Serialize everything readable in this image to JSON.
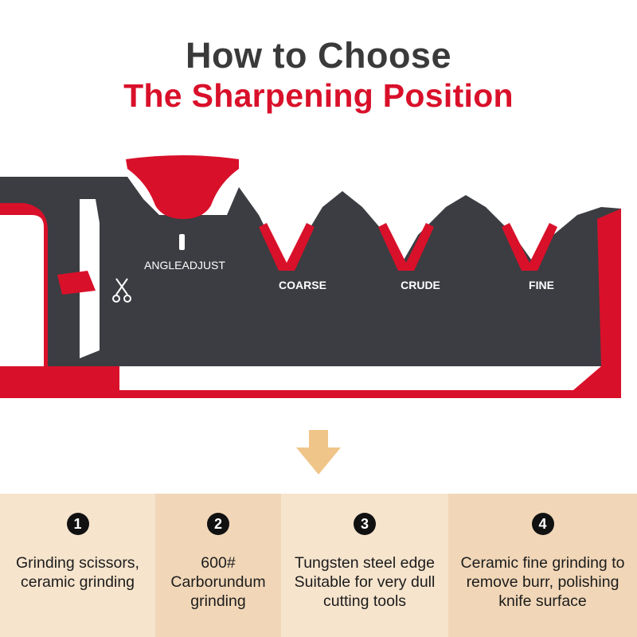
{
  "title": {
    "line1": "How to Choose",
    "line2": "The Sharpening Position"
  },
  "product": {
    "angle_label": "ANGLEADJUST",
    "slot_labels": [
      "COARSE",
      "CRUDE",
      "FINE"
    ],
    "scissors_icon": "scissors-icon",
    "colors": {
      "body": "#3b3d42",
      "accent": "#d9102a"
    }
  },
  "arrow_icon": "down-arrow-icon",
  "steps": [
    {
      "number": "1",
      "lines": [
        "Grinding scissors,",
        "ceramic grinding"
      ]
    },
    {
      "number": "2",
      "lines": [
        "600#",
        "Carborundum",
        "grinding"
      ]
    },
    {
      "number": "3",
      "lines": [
        "Tungsten steel edge",
        "Suitable for very dull",
        "cutting tools"
      ]
    },
    {
      "number": "4",
      "lines": [
        "Ceramic fine grinding to",
        "remove burr, polishing",
        "knife surface"
      ]
    }
  ]
}
